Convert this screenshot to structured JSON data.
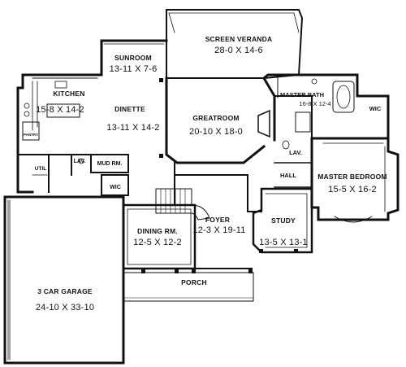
{
  "rooms": {
    "screen_veranda": {
      "name": "SCREEN VERANDA",
      "dims": "28-0 X 14-6"
    },
    "sunroom": {
      "name": "SUNROOM",
      "dims": "13-11 X 7-6"
    },
    "kitchen": {
      "name": "KITCHEN",
      "dims": "15-8 X 14-2"
    },
    "dinette": {
      "name": "DINETTE",
      "dims": "13-11 X 14-2"
    },
    "greatroom": {
      "name": "GREATROOM",
      "dims": "20-10 X 18-0"
    },
    "master_bath": {
      "name": "MASTER BATH",
      "dims": "16-8 X 12-4"
    },
    "wic_master": {
      "name": "WIC"
    },
    "master_bedroom": {
      "name": "MASTER BEDROOM",
      "dims": "15-5 X 16-2"
    },
    "pantry": {
      "name": "PANTRY"
    },
    "util": {
      "name": "UTIL"
    },
    "lav_left": {
      "name": "LAV."
    },
    "mud_rm": {
      "name": "MUD RM."
    },
    "wic_mud": {
      "name": "WIC"
    },
    "lav_right": {
      "name": "LAV."
    },
    "hall": {
      "name": "HALL"
    },
    "study": {
      "name": "STUDY",
      "dims": "13-5 X 13-1"
    },
    "foyer": {
      "name": "FOYER",
      "dims": "12-3 X 19-11"
    },
    "dining": {
      "name": "DINING RM.",
      "dims": "12-5 X 12-2"
    },
    "porch": {
      "name": "PORCH"
    },
    "garage": {
      "name": "3 CAR GARAGE",
      "dims": "24-10 X 33-10"
    }
  },
  "colors": {
    "wall": "#111111",
    "line": "#333333",
    "background": "#ffffff"
  }
}
